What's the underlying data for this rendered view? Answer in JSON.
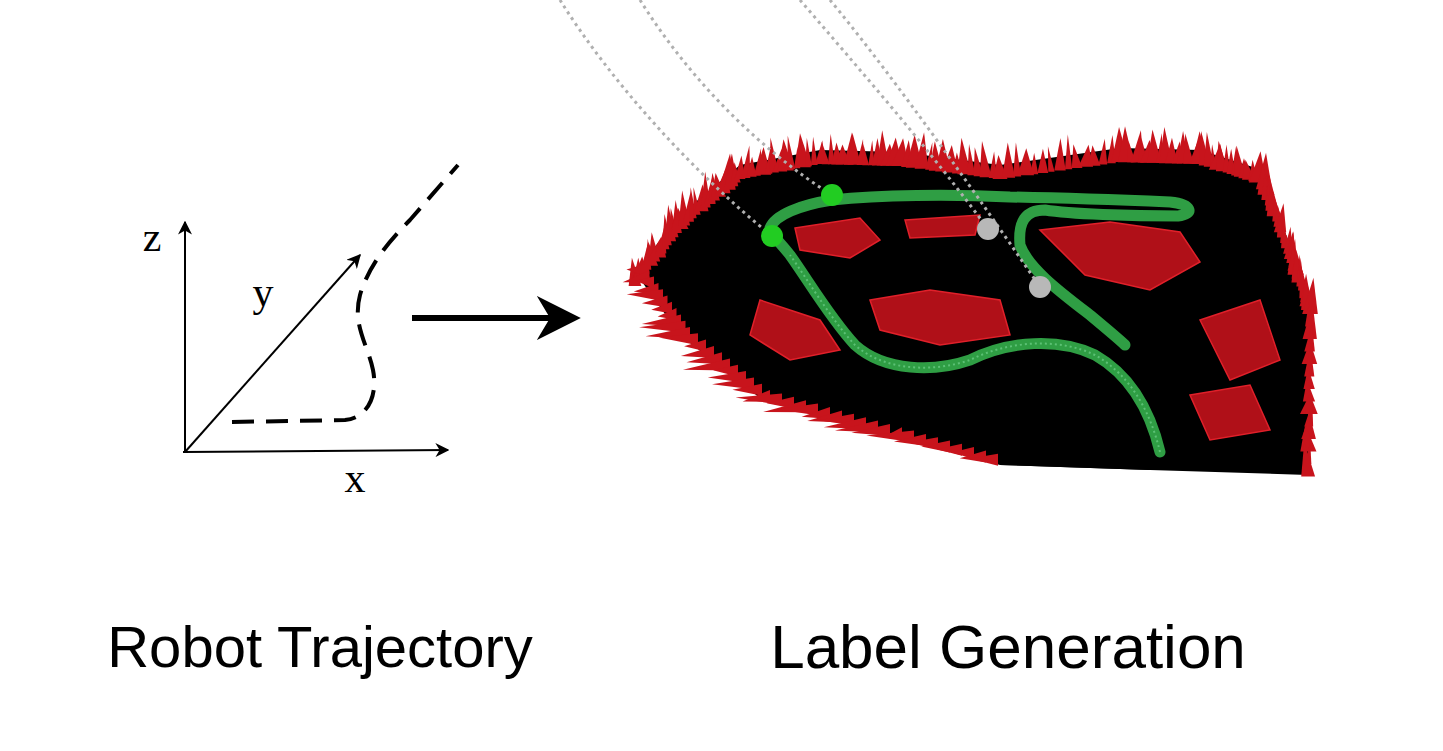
{
  "diagram": {
    "labels": [
      "z",
      "y",
      "x",
      "Robot Trajectory",
      "Label Generation"
    ]
  }
}
